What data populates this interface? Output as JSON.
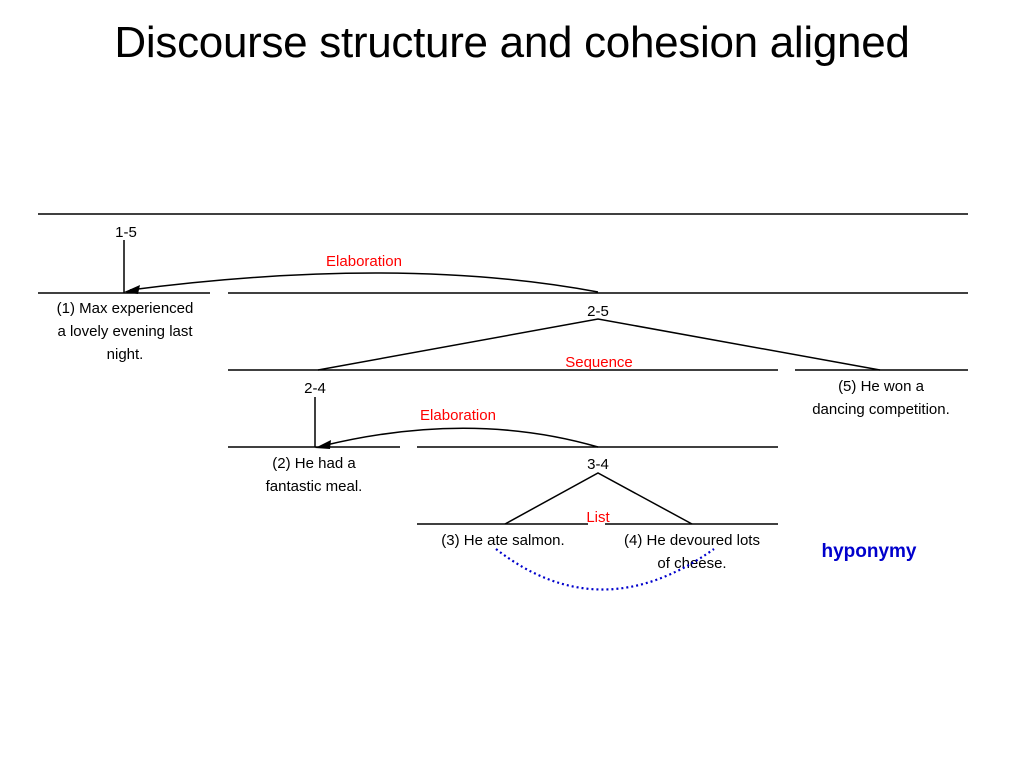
{
  "slide": {
    "title": "Discourse structure and cohesion aligned"
  },
  "colors": {
    "relation": "#ff0000",
    "cohesion": "#0000cc",
    "line": "#000000"
  },
  "nodes": {
    "n1_5": "1-5",
    "n2_5": "2-5",
    "n2_4": "2-4",
    "n3_4": "3-4"
  },
  "relations": {
    "elaboration_top": "Elaboration",
    "sequence": "Sequence",
    "elaboration_mid": "Elaboration",
    "list": "List"
  },
  "segments": {
    "s1": [
      "(1) Max experienced",
      "a lovely evening last",
      "night."
    ],
    "s2": [
      "(2) He had a",
      "fantastic meal."
    ],
    "s3": [
      "(3) He ate salmon."
    ],
    "s4": [
      "(4) He devoured lots",
      "of cheese."
    ],
    "s5": [
      "(5) He won a",
      "dancing competition."
    ]
  },
  "cohesion": {
    "label": "hyponymy"
  }
}
